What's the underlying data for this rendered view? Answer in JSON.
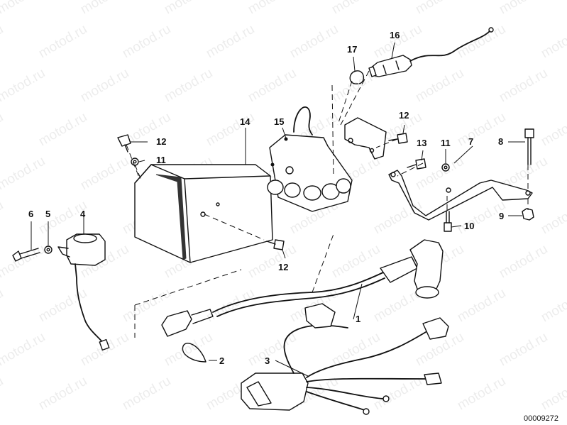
{
  "watermark": "motod.ru",
  "diagram_id": "00009272",
  "callouts": {
    "c1": "1",
    "c2": "2",
    "c3": "3",
    "c4": "4",
    "c5": "5",
    "c6": "6",
    "c7": "7",
    "c8": "8",
    "c9": "9",
    "c10": "10",
    "c11a": "11",
    "c11b": "11",
    "c12a": "12",
    "c12b": "12",
    "c12c": "12",
    "c13": "13",
    "c14": "14",
    "c15": "15",
    "c16": "16",
    "c17": "17"
  }
}
